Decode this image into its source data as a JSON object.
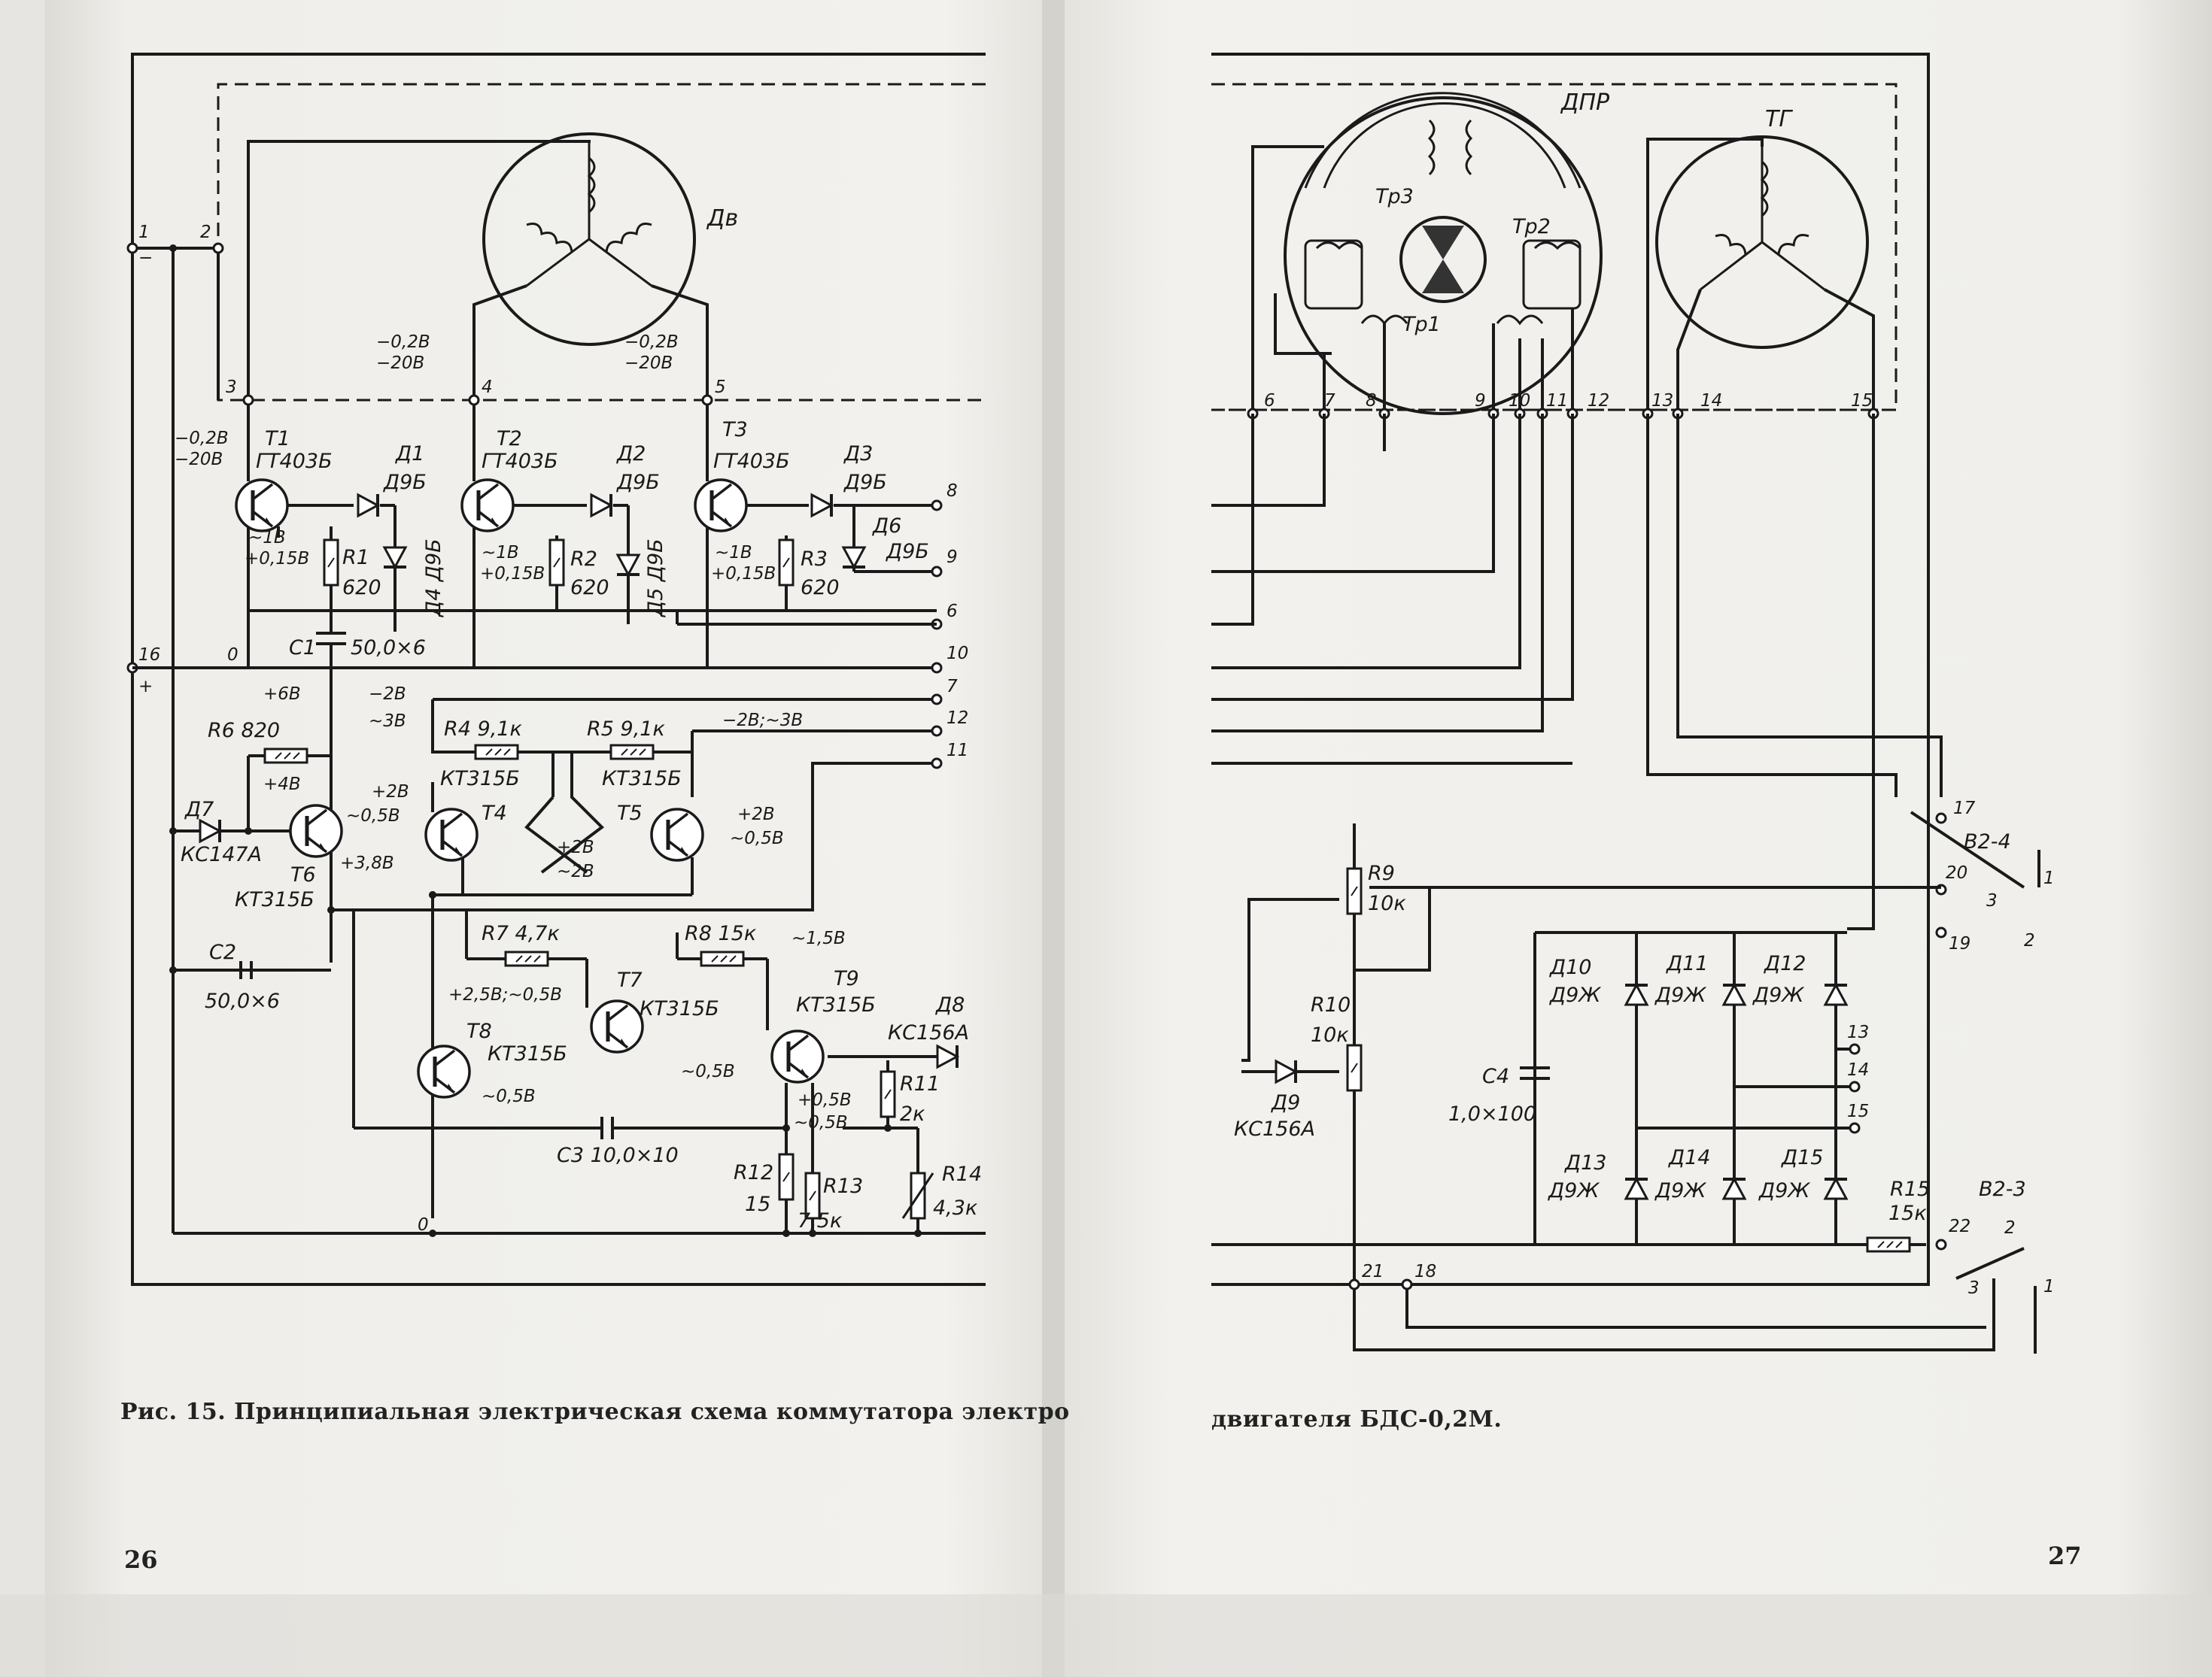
{
  "caption_left": "Рис. 15. Принципиальная электрическая схема коммутатора электро",
  "caption_right": "двигателя БДС-0,2М.",
  "page_left": "26",
  "page_right": "27",
  "motor": {
    "label": "Дв"
  },
  "sensor": {
    "label": "ДПР",
    "tr1": "Тр1",
    "tr2": "Тр2",
    "tr3": "Тр3"
  },
  "tacho": {
    "label": "ТГ"
  },
  "terminals_left": {
    "t1": "1",
    "t2": "2",
    "t3": "3",
    "t4": "4",
    "t5": "5",
    "t16": "16",
    "minus": "−",
    "plus": "+",
    "zero1": "0",
    "zero2": "0"
  },
  "outputs": [
    "8",
    "9",
    "6",
    "10",
    "7",
    "12",
    "11"
  ],
  "volt_labels": {
    "t1_top": "−0,2В",
    "t1_bot": "−20В",
    "t4_top": "−0,2В",
    "t4_bot": "−20В",
    "t5_top": "−0,2В",
    "t5_bot": "−20В",
    "t1_e1": "~1В",
    "t1_e2": "+0,15В",
    "t2_e1": "~1В",
    "t2_e2": "+0,15В",
    "t3_e1": "~1В",
    "t3_e2": "+0,15В",
    "p6v": "+6В",
    "p4v": "+4В",
    "p38v": "+3,8В",
    "m2v": "−2В",
    "a3v": "~3В",
    "p2v_t4": "+2В",
    "a05_t4": "~0,5В",
    "p2v_mid": "+2В",
    "a2v_mid": "~2В",
    "p2v_t5": "+2В",
    "a05_t5": "~0,5В",
    "m2a3": "−2В;~3В",
    "p25": "+2,5В;~0,5В",
    "a05_t8": "~0,5В",
    "a15": "~1,5В",
    "a05_t9": "~0,5В",
    "p05": "+0,5В",
    "a05b": "~0,5В"
  },
  "components_left": {
    "T1": "T1",
    "T1_type": "ГТ403Б",
    "T2": "T2",
    "T2_type": "ГТ403Б",
    "T3": "T3",
    "T3_type": "ГТ403Б",
    "D1": "Д1",
    "D1_type": "Д9Б",
    "D2": "Д2",
    "D2_type": "Д9Б",
    "D3": "Д3",
    "D3_type": "Д9Б",
    "D4": "Д4 Д9Б",
    "D5": "Д5 Д9Б",
    "D6": "Д6",
    "D6_type": "Д9Б",
    "R1": "R1",
    "R1_val": "620",
    "R2": "R2",
    "R2_val": "620",
    "R3": "R3",
    "R3_val": "620",
    "C1": "C1",
    "C1_val": "50,0×6",
    "R6": "R6 820",
    "D7": "Д7",
    "D7_type": "КС147А",
    "T6": "T6",
    "T6_type": "КТ315Б",
    "R4": "R4 9,1к",
    "R5": "R5 9,1к",
    "T4": "T4",
    "T4_type": "КТ315Б",
    "T5": "T5",
    "T5_type": "КТ315Б",
    "C2": "C2",
    "C2_val": "50,0×6",
    "R7": "R7 4,7к",
    "R8": "R8 15к",
    "T7": "T7",
    "T7_type": "КТ315Б",
    "T8": "T8",
    "T8_type": "КТ315Б",
    "T9": "T9",
    "T9_type": "КТ315Б",
    "D8": "Д8",
    "D8_type": "КС156А",
    "C3": "C3 10,0×10",
    "R11": "R11",
    "R11_val": "2к",
    "R12": "R12",
    "R12_val": "15",
    "R13": "R13",
    "R13_val": "7,5к",
    "R14": "R14",
    "R14_val": "4,3к"
  },
  "terminals_right": [
    "6",
    "7",
    "8",
    "9",
    "10",
    "11",
    "12",
    "13",
    "14",
    "15"
  ],
  "components_right": {
    "R9": "R9",
    "R9_val": "10к",
    "R10": "R10",
    "R10_val": "10к",
    "D9": "Д9",
    "D9_type": "КС156А",
    "C4": "C4",
    "C4_val": "1,0×100",
    "D10": "Д10",
    "D11": "Д11",
    "D12": "Д12",
    "D13": "Д13",
    "D14": "Д14",
    "D15": "Д15",
    "diode_type": "Д9Ж",
    "R15": "R15",
    "R15_val": "15к",
    "B24": "В2-4",
    "B23": "В2-3",
    "pins": {
      "p17": "17",
      "p20": "20",
      "p19": "19",
      "p13": "13",
      "p14": "14",
      "p15": "15",
      "p22": "22",
      "p21": "21",
      "p18": "18"
    },
    "sw_nums": {
      "a1": "1",
      "a2": "2",
      "a3": "3",
      "b1": "1",
      "b2": "2",
      "b3": "3"
    }
  }
}
